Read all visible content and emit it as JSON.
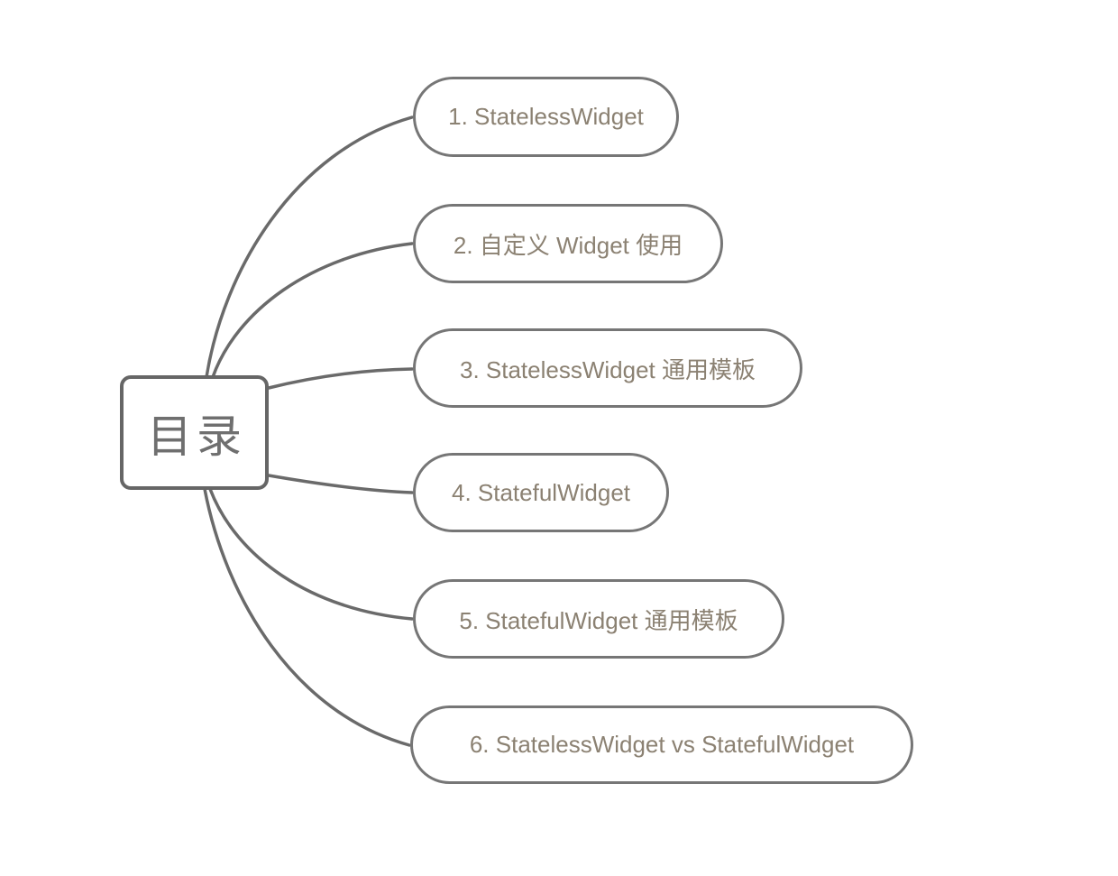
{
  "diagram": {
    "type": "mindmap",
    "root": {
      "label": "目录"
    },
    "nodes": [
      {
        "label": "1. StatelessWidget"
      },
      {
        "label": "2. 自定义 Widget 使用"
      },
      {
        "label": "3. StatelessWidget 通用模板"
      },
      {
        "label": "4. StatefulWidget"
      },
      {
        "label": "5. StatefulWidget 通用模板"
      },
      {
        "label": "6. StatelessWidget vs StatefulWidget"
      }
    ],
    "colors": {
      "background": "#ffffff",
      "root_border": "#666666",
      "root_text": "#6f6f6f",
      "topic_border": "#767676",
      "topic_text": "#8b8172",
      "connector": "#6a6a6a"
    }
  }
}
